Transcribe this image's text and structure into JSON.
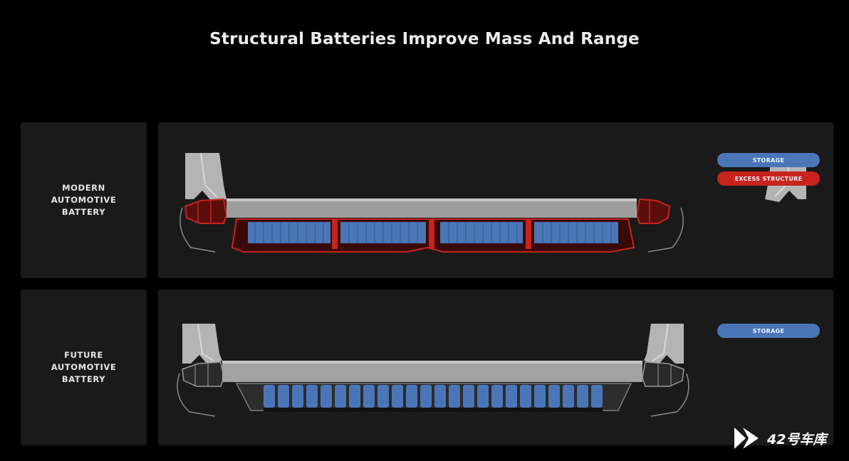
{
  "title": "Structural Batteries Improve Mass And Range",
  "rows": [
    {
      "label_lines": [
        "MODERN",
        "AUTOMOTIVE",
        "BATTERY"
      ],
      "legend": [
        {
          "label": "STORAGE",
          "color": "#4a76b8"
        },
        {
          "label": "EXCESS STRUCTURE",
          "color": "#c8231c"
        }
      ]
    },
    {
      "label_lines": [
        "FUTURE",
        "AUTOMOTIVE",
        "BATTERY"
      ],
      "legend": [
        {
          "label": "STORAGE",
          "color": "#4a76b8"
        }
      ]
    }
  ],
  "watermark": {
    "text": "42号车库"
  },
  "colors": {
    "background": "#000000",
    "panel": "#1a1a1a",
    "storage": "#4a76b8",
    "excess_structure": "#c8231c",
    "frame": "#a9a9a9"
  }
}
